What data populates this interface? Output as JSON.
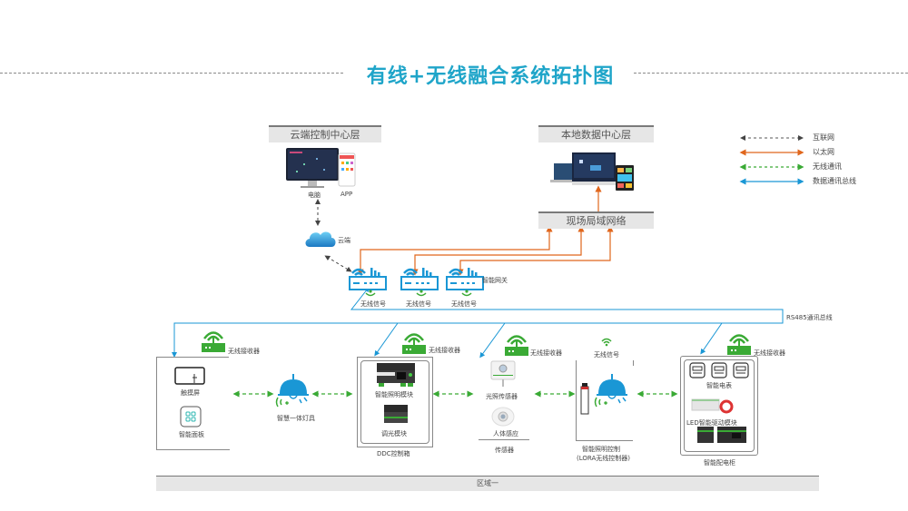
{
  "title": "有线+无线融合系统拓扑图",
  "layers": {
    "cloud_layer": "云端控制中心层",
    "local_layer": "本地数据中心层",
    "lan": "现场局域网络"
  },
  "cloud_devices": {
    "pc_label": "电脑",
    "app_label": "APP",
    "cloud_label": "云端"
  },
  "gateways": {
    "items": [
      {
        "signal_label": "无线信号"
      },
      {
        "signal_label": "无线信号"
      },
      {
        "signal_label": "无线信号"
      }
    ],
    "group_label": "智能网关"
  },
  "legend": [
    {
      "label": "互联网",
      "color": "#555555",
      "style": "dashed"
    },
    {
      "label": "以太网",
      "color": "#e0661c",
      "style": "solid"
    },
    {
      "label": "无线通讯",
      "color": "#3aaa35",
      "style": "dashed"
    },
    {
      "label": "数据通讯总线",
      "color": "#1a97d5",
      "style": "solid"
    }
  ],
  "bus_label": "RS485通讯总线",
  "zones": {
    "touch": {
      "receiver_label": "无线接收器",
      "touchscreen_label": "触摸屏",
      "panel_label": "智能面板"
    },
    "lamp1_label": "智慧一体灯具",
    "ddc": {
      "receiver_label": "无线接收器",
      "module1_label": "智能照明模块",
      "module2_label": "调光模块",
      "box_label": "DDC控制箱"
    },
    "sensor": {
      "receiver_label": "无线接收器",
      "light_sensor_label": "光照传感器",
      "body_sensor_label": "人体感应",
      "group_label": "传感器"
    },
    "lora": {
      "signal_label": "无线信号",
      "label_line1": "智能照明控制",
      "label_line2": "(LORA无线控制器)"
    },
    "cabinet": {
      "receiver_label": "无线接收器",
      "meter_label": "智能电表",
      "driver_label": "LED智能驱动模块",
      "box_label": "智能配电柜"
    }
  },
  "footer": "区域一",
  "colors": {
    "title": "#1fa5c9",
    "ethernet": "#e0661c",
    "wireless": "#3aaa35",
    "bus": "#1a97d5",
    "internet": "#555555"
  }
}
